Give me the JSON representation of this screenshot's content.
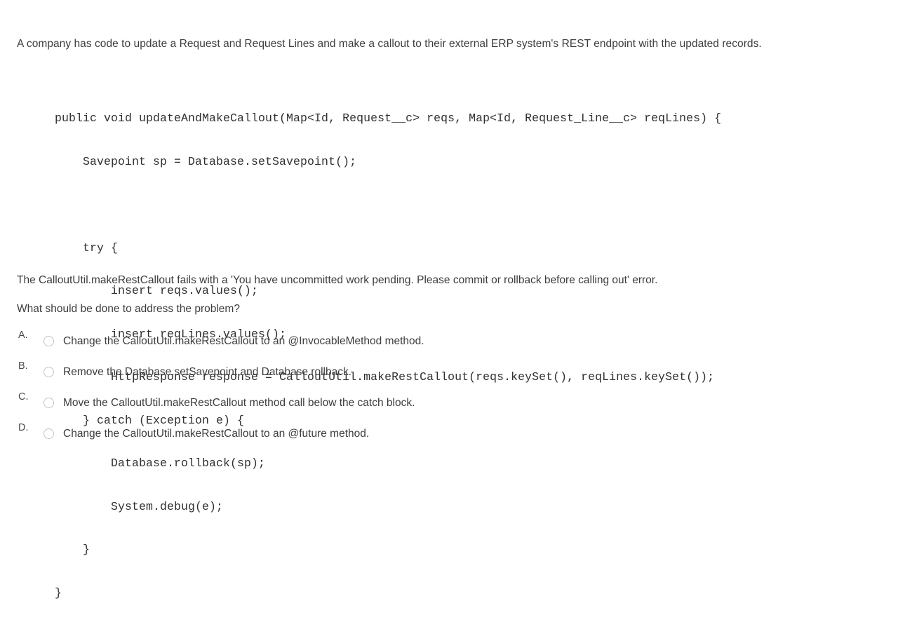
{
  "question": {
    "intro": "A company has code to update a Request and Request Lines and make a callout to their external ERP system's REST endpoint with the updated records.",
    "error_text": "The CalloutUtil.makeRestCallout fails with a 'You have uncommitted work pending. Please commit or rollback before calling out' error.",
    "prompt": "What should be done to address the problem?"
  },
  "code": {
    "language": "apex",
    "lines": [
      "public void updateAndMakeCallout(Map<Id, Request__c> reqs, Map<Id, Request_Line__c> reqLines) {",
      "    Savepoint sp = Database.setSavepoint();",
      "",
      "    try {",
      "        insert reqs.values();",
      "        insert reqLines.values();",
      "        HttpResponse response = CalloutUtil.makeRestCallout(reqs.keySet(), reqLines.keySet());",
      "    } catch (Exception e) {",
      "        Database.rollback(sp);",
      "        System.debug(e);",
      "    }",
      "}"
    ]
  },
  "options": [
    {
      "letter": "A.",
      "text": "Change the CalloutUtil.makeRestCallout to an @InvocableMethod method.",
      "selected": false
    },
    {
      "letter": "B.",
      "text": "Remove the Database.setSavepoint and Database.rollback.",
      "selected": false
    },
    {
      "letter": "C.",
      "text": "Move the CalloutUtil.makeRestCallout method call below the catch block.",
      "selected": false
    },
    {
      "letter": "D.",
      "text": "Change the CalloutUtil.makeRestCallout to an @future method.",
      "selected": false
    }
  ],
  "colors": {
    "background": "#ffffff",
    "text": "#3c3c3c",
    "code_text": "#2f2f2f",
    "radio_border": "#c3c3c3"
  }
}
